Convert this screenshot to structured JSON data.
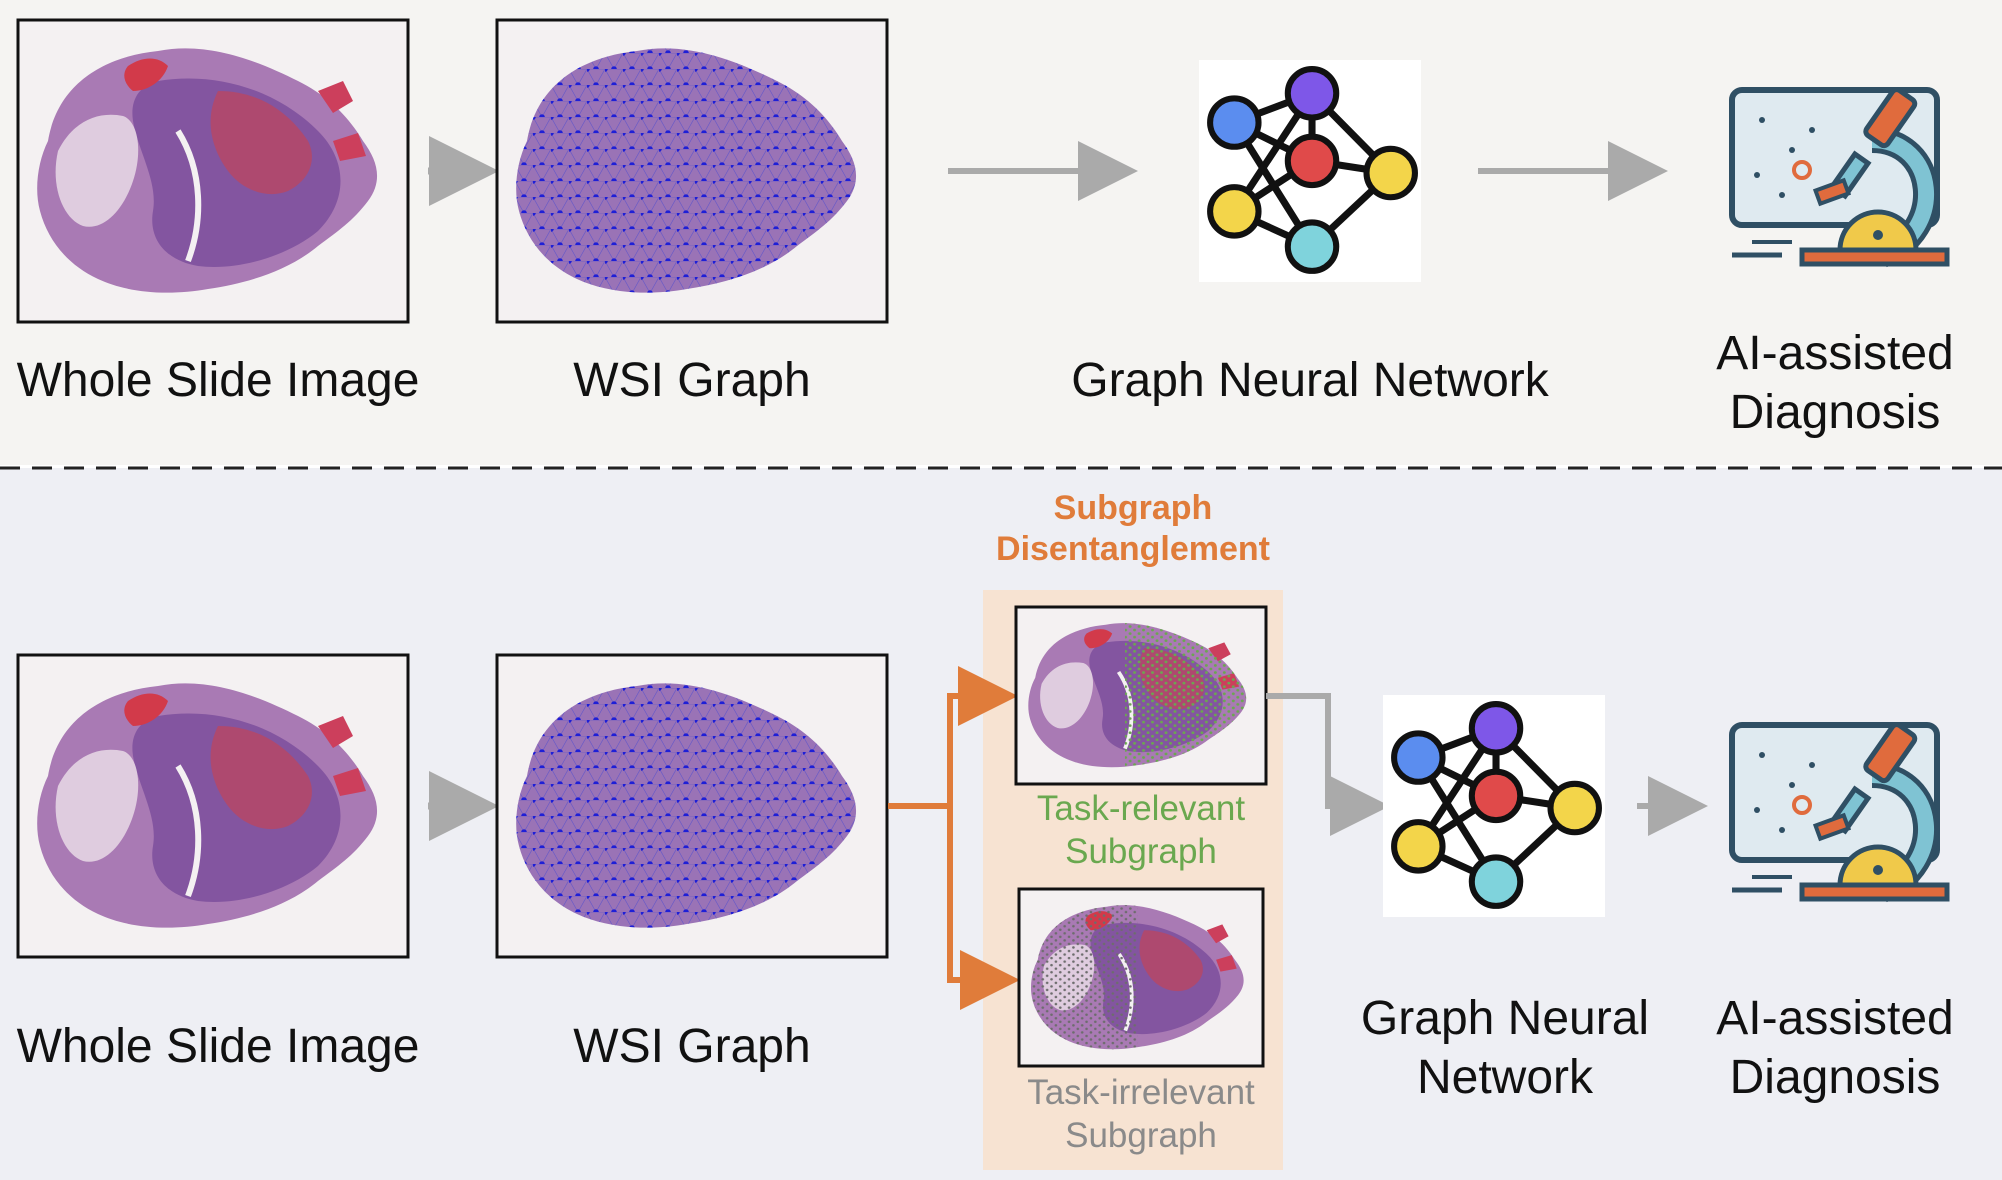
{
  "top_pipeline": {
    "wsi_label": "Whole Slide Image",
    "graph_label": "WSI Graph",
    "gnn_label": "Graph Neural Network",
    "diagnosis_label": "AI-assisted Diagnosis"
  },
  "bottom_pipeline": {
    "wsi_label": "Whole Slide Image",
    "graph_label": "WSI Graph",
    "disentangle_title": "Subgraph Disentanglement",
    "relevant_label": "Task-relevant Subgraph",
    "irrelevant_label": "Task-irrelevant Subgraph",
    "gnn_label": "Graph Neural Network",
    "diagnosis_label": "AI-assisted Diagnosis"
  },
  "colors": {
    "top_background": "#f5f4f2",
    "bottom_background": "#eeeff4",
    "arrow_grey": "#aaaaaa",
    "arrow_orange": "#e07c3a",
    "disentangle_panel": "#f7e3d2",
    "relevant_text": "#6aa84f",
    "irrelevant_text": "#8a8a8a",
    "graph_node_blue": "#2a2ad6",
    "gnn_node_blue": "#5b8def",
    "gnn_node_purple": "#7e57e8",
    "gnn_node_red": "#e04a4a",
    "gnn_node_yellow": "#f3d54a",
    "gnn_node_cyan": "#7fd3dc"
  },
  "icons": [
    "tissue-slide-icon",
    "graph-overlay-icon",
    "neural-network-icon",
    "microscope-monitor-icon"
  ]
}
